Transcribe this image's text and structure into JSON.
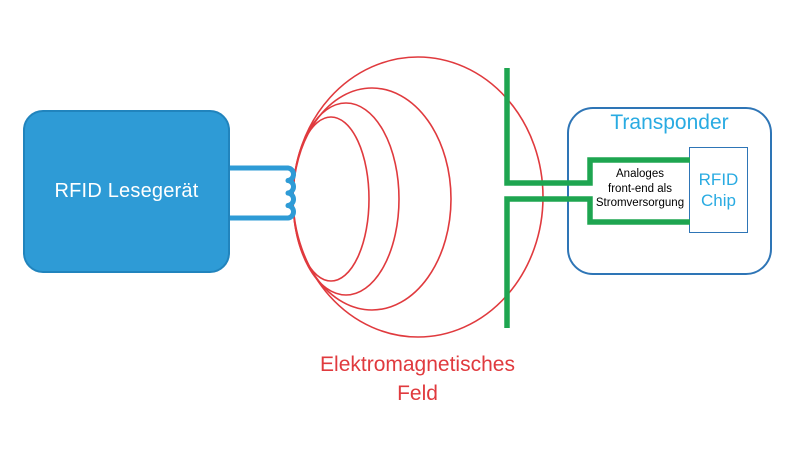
{
  "diagram": {
    "background_color": "#FFFFFF",
    "reader": {
      "label": "RFID Lesegerät",
      "fill_color": "#2E9BD6",
      "text_color": "#FFFFFF"
    },
    "coil": {
      "color": "#2E9BD6"
    },
    "field": {
      "label_lines": [
        "Elektromagnetisches",
        "Feld"
      ],
      "color": "#E03A3E",
      "ellipse_count": 4
    },
    "antenna": {
      "color": "#1EA550"
    },
    "transponder": {
      "title": "Transponder",
      "title_color": "#29ABE2",
      "border_color": "#2E75B6",
      "frontend_lines": [
        "Analoges",
        "front-end als",
        "Stromversorgung"
      ],
      "frontend_text_color": "#000000",
      "chip_lines": [
        "RFID",
        "Chip"
      ],
      "chip_text_color": "#29ABE2"
    }
  }
}
